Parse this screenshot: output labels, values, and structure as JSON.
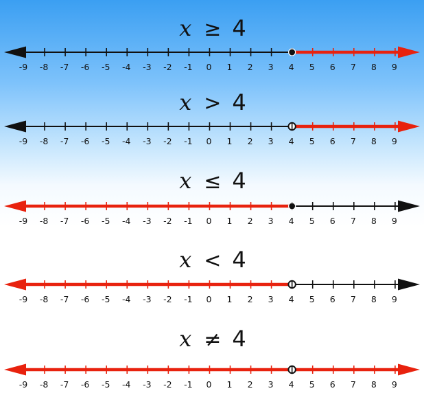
{
  "colors": {
    "axis": "#111111",
    "shade": "#e8220e",
    "dot_fill_closed": "#111111",
    "dot_fill_open": "#ffffff"
  },
  "tick_labels": [
    "-9",
    "-8",
    "-7",
    "-6",
    "-5",
    "-4",
    "-3",
    "-2",
    "-1",
    "0",
    "1",
    "2",
    "3",
    "4",
    "5",
    "6",
    "7",
    "8",
    "9"
  ],
  "lines": [
    {
      "variable": "x",
      "symbol": "≥",
      "value": "4",
      "boundary": 4,
      "point": "closed",
      "shade": "right"
    },
    {
      "variable": "x",
      "symbol": ">",
      "value": "4",
      "boundary": 4,
      "point": "open",
      "shade": "right"
    },
    {
      "variable": "x",
      "symbol": "≤",
      "value": "4",
      "boundary": 4,
      "point": "closed",
      "shade": "left"
    },
    {
      "variable": "x",
      "symbol": "<",
      "value": "4",
      "boundary": 4,
      "point": "open",
      "shade": "left"
    },
    {
      "variable": "x",
      "symbol": "≠",
      "value": "4",
      "boundary": 4,
      "point": "open",
      "shade": "both"
    }
  ]
}
